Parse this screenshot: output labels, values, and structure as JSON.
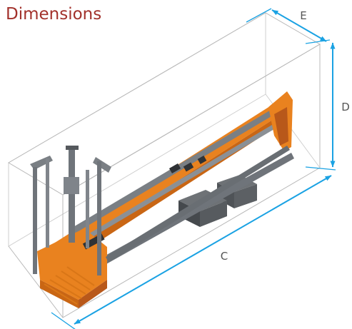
{
  "title": "Dimensions",
  "labels": {
    "e": "E",
    "d": "D",
    "c": "C"
  },
  "colors": {
    "title": "#a2312b",
    "dimension_lines": "#1aa2e3",
    "box_outline": "#b5b5b5",
    "equipment_orange": "#e9821f",
    "equipment_steel": "#7a7f84",
    "weights": "#4f5357"
  }
}
